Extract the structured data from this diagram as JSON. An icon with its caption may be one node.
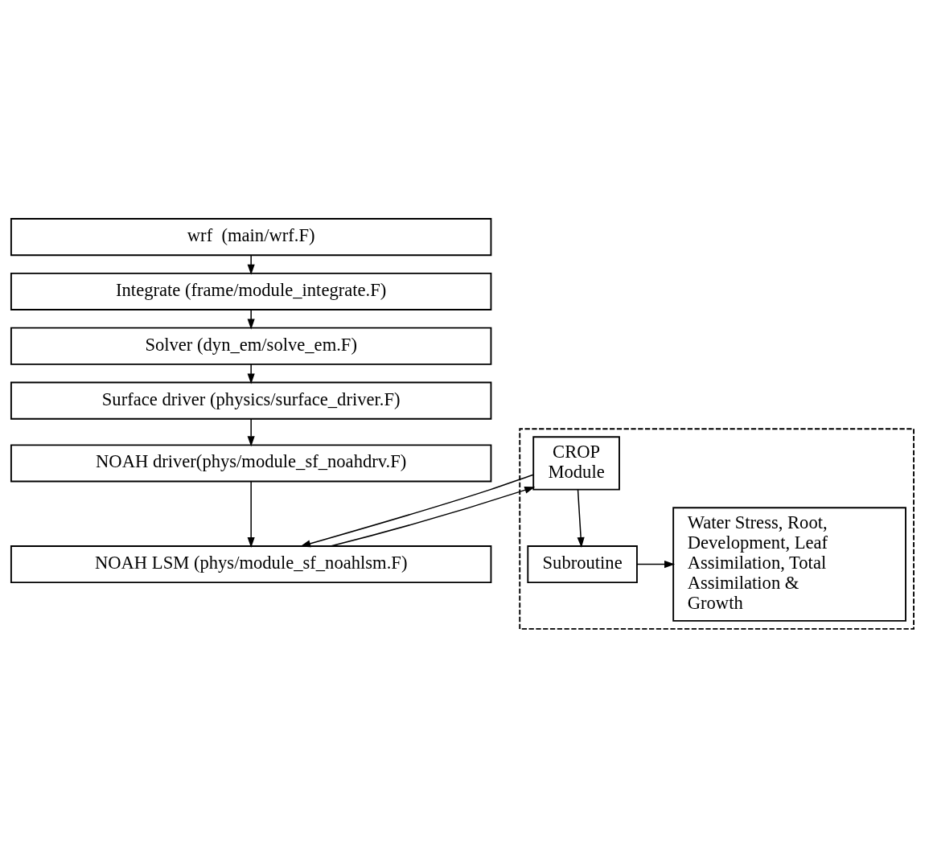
{
  "diagram": {
    "nodes": [
      {
        "text": [
          "wrf  (main/wrf.F)"
        ]
      },
      {
        "text": [
          "Integrate (frame/module_integrate.F)"
        ]
      },
      {
        "text": [
          "Solver (dyn_em/solve_em.F)"
        ]
      },
      {
        "text": [
          "Surface driver (physics/surface_driver.F)"
        ]
      },
      {
        "text": [
          "NOAH driver(phys/module_sf_noahdrv.F)"
        ]
      },
      {
        "text": [
          "NOAH LSM (phys/module_sf_noahlsm.F)"
        ]
      },
      {
        "text": [],
        "shape": "box"
      },
      {
        "text": [
          "CROP Module"
        ],
        "in": 6
      },
      {
        "text": [
          "Subroutine"
        ],
        "in": 6
      },
      {
        "text": [
          "Water Stress, Root, Development, Leaf Assimilation, Total Assimilation & Growth"
        ],
        "in": 6
      }
    ],
    "edges": [
      {
        "from": 0,
        "to": 1,
        "arrow": "to"
      },
      {
        "from": 1,
        "to": 2,
        "arrow": "to"
      },
      {
        "from": 2,
        "to": 3,
        "arrow": "to"
      },
      {
        "from": 3,
        "to": 4,
        "arrow": "to"
      },
      {
        "from": 4,
        "to": 5,
        "arrow": "to"
      },
      {
        "from": 5,
        "to": 7,
        "arrow": "to"
      },
      {
        "from": 7,
        "to": 5,
        "arrow": "to"
      },
      {
        "from": 7,
        "to": 8,
        "arrow": "to"
      },
      {
        "from": 8,
        "to": 9,
        "arrow": "to"
      }
    ]
  }
}
